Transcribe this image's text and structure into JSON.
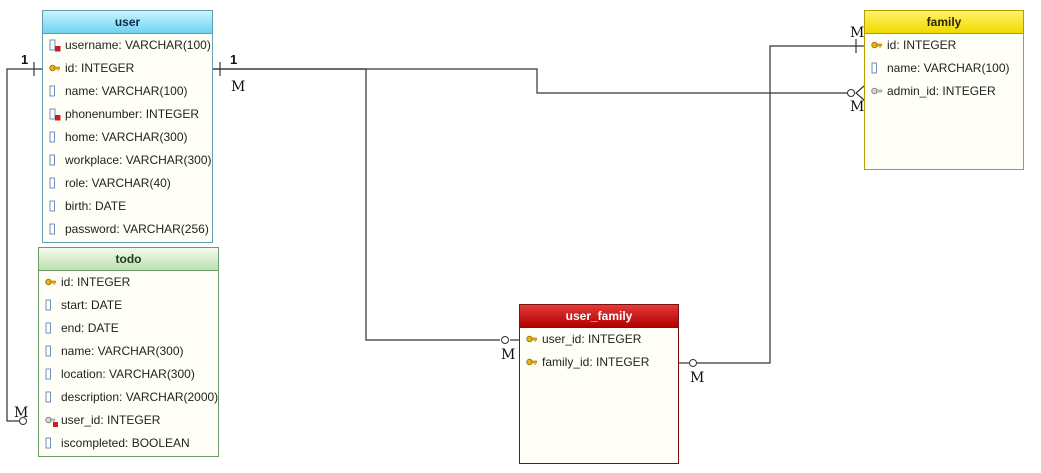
{
  "entities": {
    "user": {
      "name": "user",
      "columns": [
        {
          "text": "username: VARCHAR(100)",
          "icon": "unique-column-icon"
        },
        {
          "text": "id: INTEGER",
          "icon": "primary-key-icon"
        },
        {
          "text": "name: VARCHAR(100)",
          "icon": "column-icon"
        },
        {
          "text": "phonenumber: INTEGER",
          "icon": "unique-column-icon"
        },
        {
          "text": "home: VARCHAR(300)",
          "icon": "column-icon"
        },
        {
          "text": "workplace: VARCHAR(300)",
          "icon": "column-icon"
        },
        {
          "text": "role: VARCHAR(40)",
          "icon": "column-icon"
        },
        {
          "text": "birth: DATE",
          "icon": "column-icon"
        },
        {
          "text": "password: VARCHAR(256)",
          "icon": "column-icon"
        }
      ]
    },
    "family": {
      "name": "family",
      "columns": [
        {
          "text": "id: INTEGER",
          "icon": "primary-key-icon"
        },
        {
          "text": "name: VARCHAR(100)",
          "icon": "column-icon"
        },
        {
          "text": "admin_id: INTEGER",
          "icon": "foreign-key-icon"
        }
      ]
    },
    "todo": {
      "name": "todo",
      "columns": [
        {
          "text": "id: INTEGER",
          "icon": "primary-key-icon"
        },
        {
          "text": "start: DATE",
          "icon": "column-icon"
        },
        {
          "text": "end: DATE",
          "icon": "column-icon"
        },
        {
          "text": "name: VARCHAR(300)",
          "icon": "column-icon"
        },
        {
          "text": "location: VARCHAR(300)",
          "icon": "column-icon"
        },
        {
          "text": "description: VARCHAR(2000)",
          "icon": "column-icon"
        },
        {
          "text": "user_id: INTEGER",
          "icon": "foreign-key-not-null-icon"
        },
        {
          "text": "iscompleted: BOOLEAN",
          "icon": "column-icon"
        }
      ]
    },
    "user_family": {
      "name": "user_family",
      "columns": [
        {
          "text": "user_id: INTEGER",
          "icon": "primary-key-icon"
        },
        {
          "text": "family_id: INTEGER",
          "icon": "primary-key-icon"
        }
      ]
    }
  },
  "relationships": [
    {
      "name": "user-todo",
      "one_label": "1",
      "many_label": "M"
    },
    {
      "name": "user-family-admin",
      "one_label": "1",
      "many_label": "M"
    },
    {
      "name": "user-user_family",
      "many_label": "M"
    },
    {
      "name": "family-user_family",
      "many_label": "M",
      "family_end_label": "M"
    }
  ],
  "colors": {
    "user_header": "#6fd4f2",
    "family_header": "#f1d900",
    "todo_header": "#bfe0b0",
    "user_family_header": "#b30000",
    "line": "#333333"
  }
}
